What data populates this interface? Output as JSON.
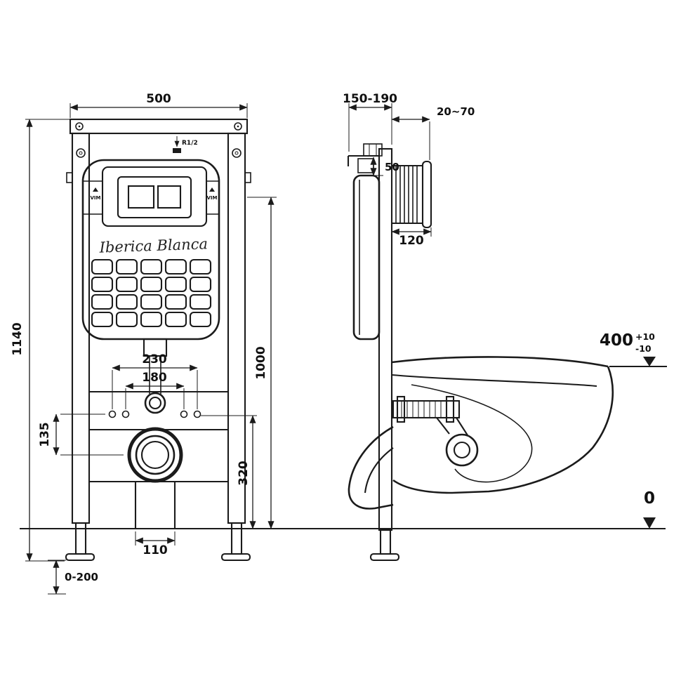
{
  "brand": "Iberica Blanca",
  "front": {
    "width": "500",
    "total_height": "1140",
    "plate_height": "1000",
    "drain_drop": "320",
    "spacing_outer": "230",
    "spacing_inner": "180",
    "drain_offset": "135",
    "outlet_width": "110",
    "foot_adjust": "0-200",
    "inlet": "R1/2",
    "mark_left": "VIM",
    "mark_right": "VIM"
  },
  "side": {
    "frame_depth": "150-190",
    "plate_depth": "20~70",
    "top_gap": "50",
    "plate_width": "120",
    "bowl_height": "400",
    "tol_plus": "+10",
    "tol_minus": "-10",
    "floor_level": "0"
  }
}
